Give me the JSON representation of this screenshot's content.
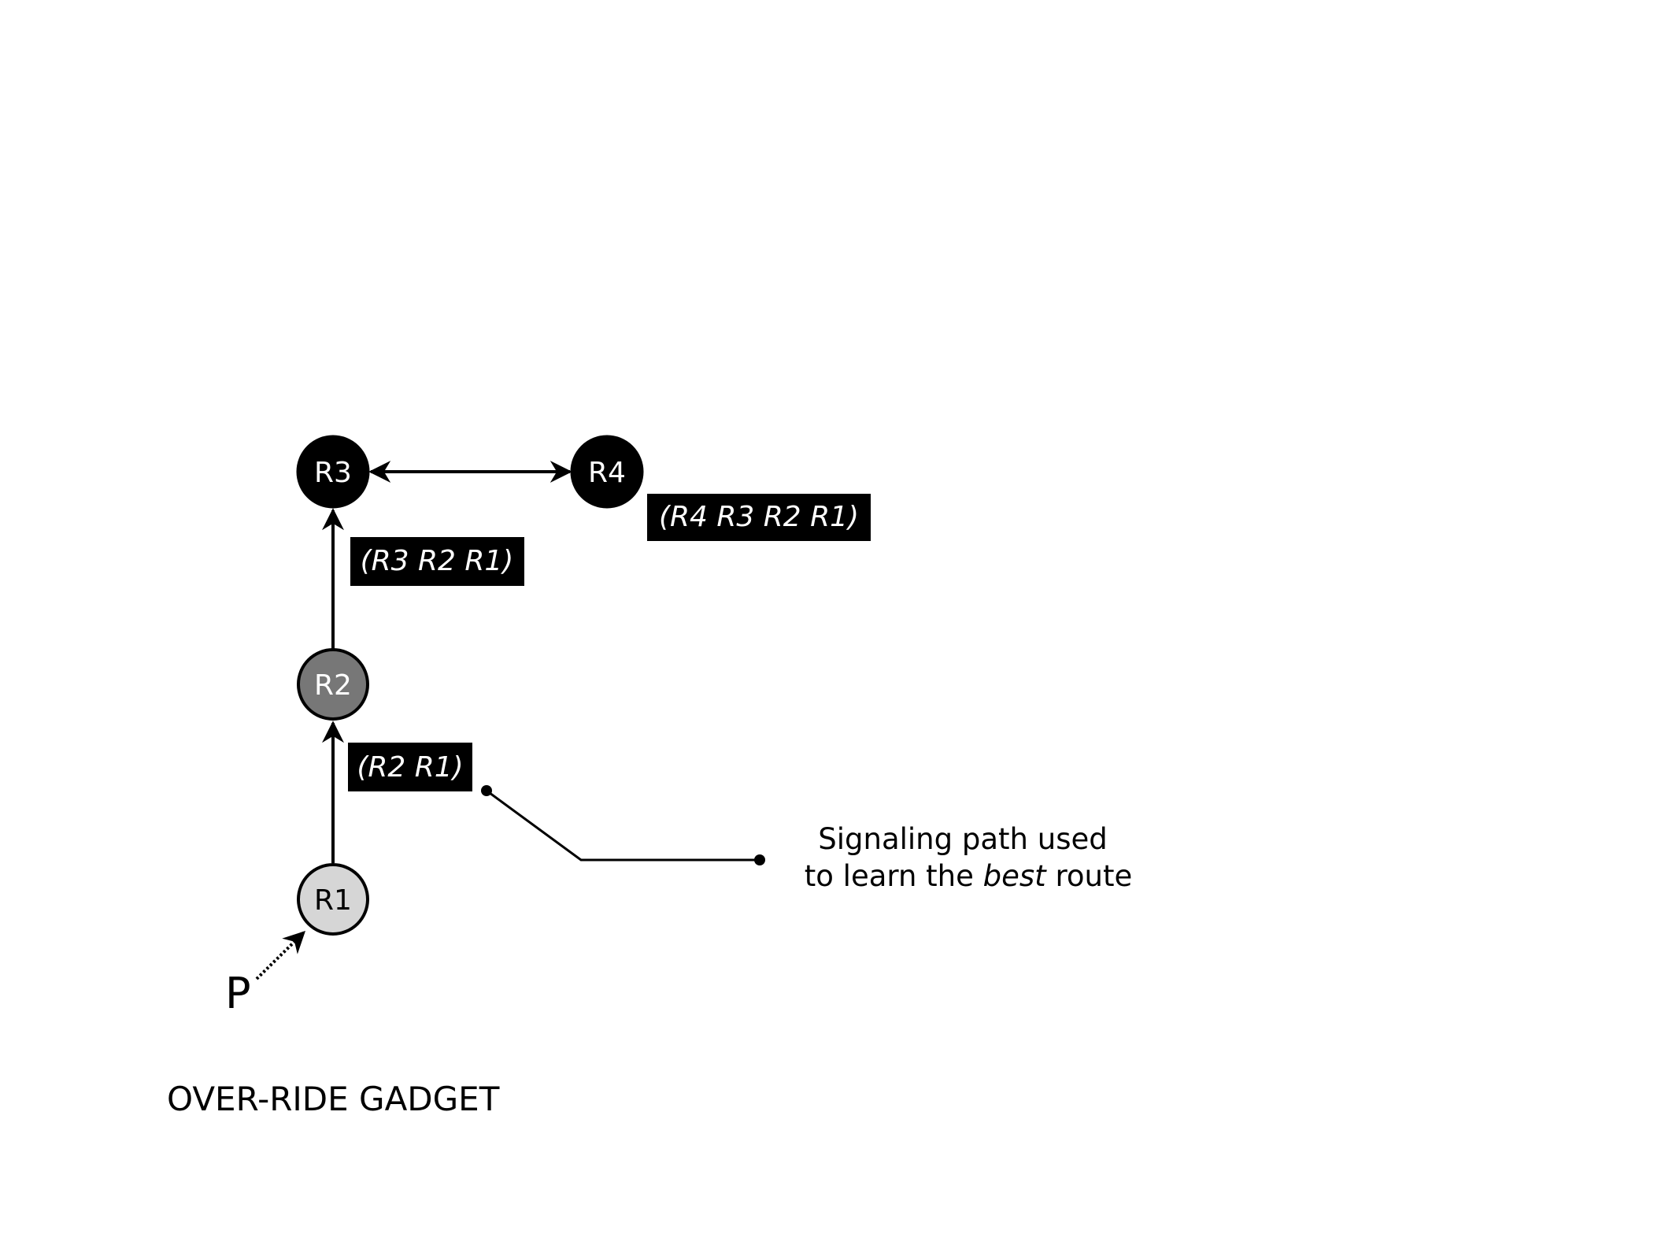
{
  "title": "OVER-RIDE GADGET",
  "nodes": [
    {
      "id": "R1",
      "label": "R1",
      "fill": "#d6d6d6",
      "text_color": "#000000"
    },
    {
      "id": "R2",
      "label": "R2",
      "fill": "#777777",
      "text_color": "#ffffff"
    },
    {
      "id": "R3",
      "label": "R3",
      "fill": "#000000",
      "text_color": "#ffffff"
    },
    {
      "id": "R4",
      "label": "R4",
      "fill": "#000000",
      "text_color": "#ffffff"
    }
  ],
  "path_labels": {
    "r2": "(R2 R1)",
    "r3": "(R3 R2 R1)",
    "r4": "(R4 R3 R2 R1)"
  },
  "origin_label": "P",
  "annotation": {
    "line1": "Signaling path used",
    "line2_prefix": "to learn the ",
    "line2_emphasis": "best",
    "line2_suffix": " route"
  }
}
